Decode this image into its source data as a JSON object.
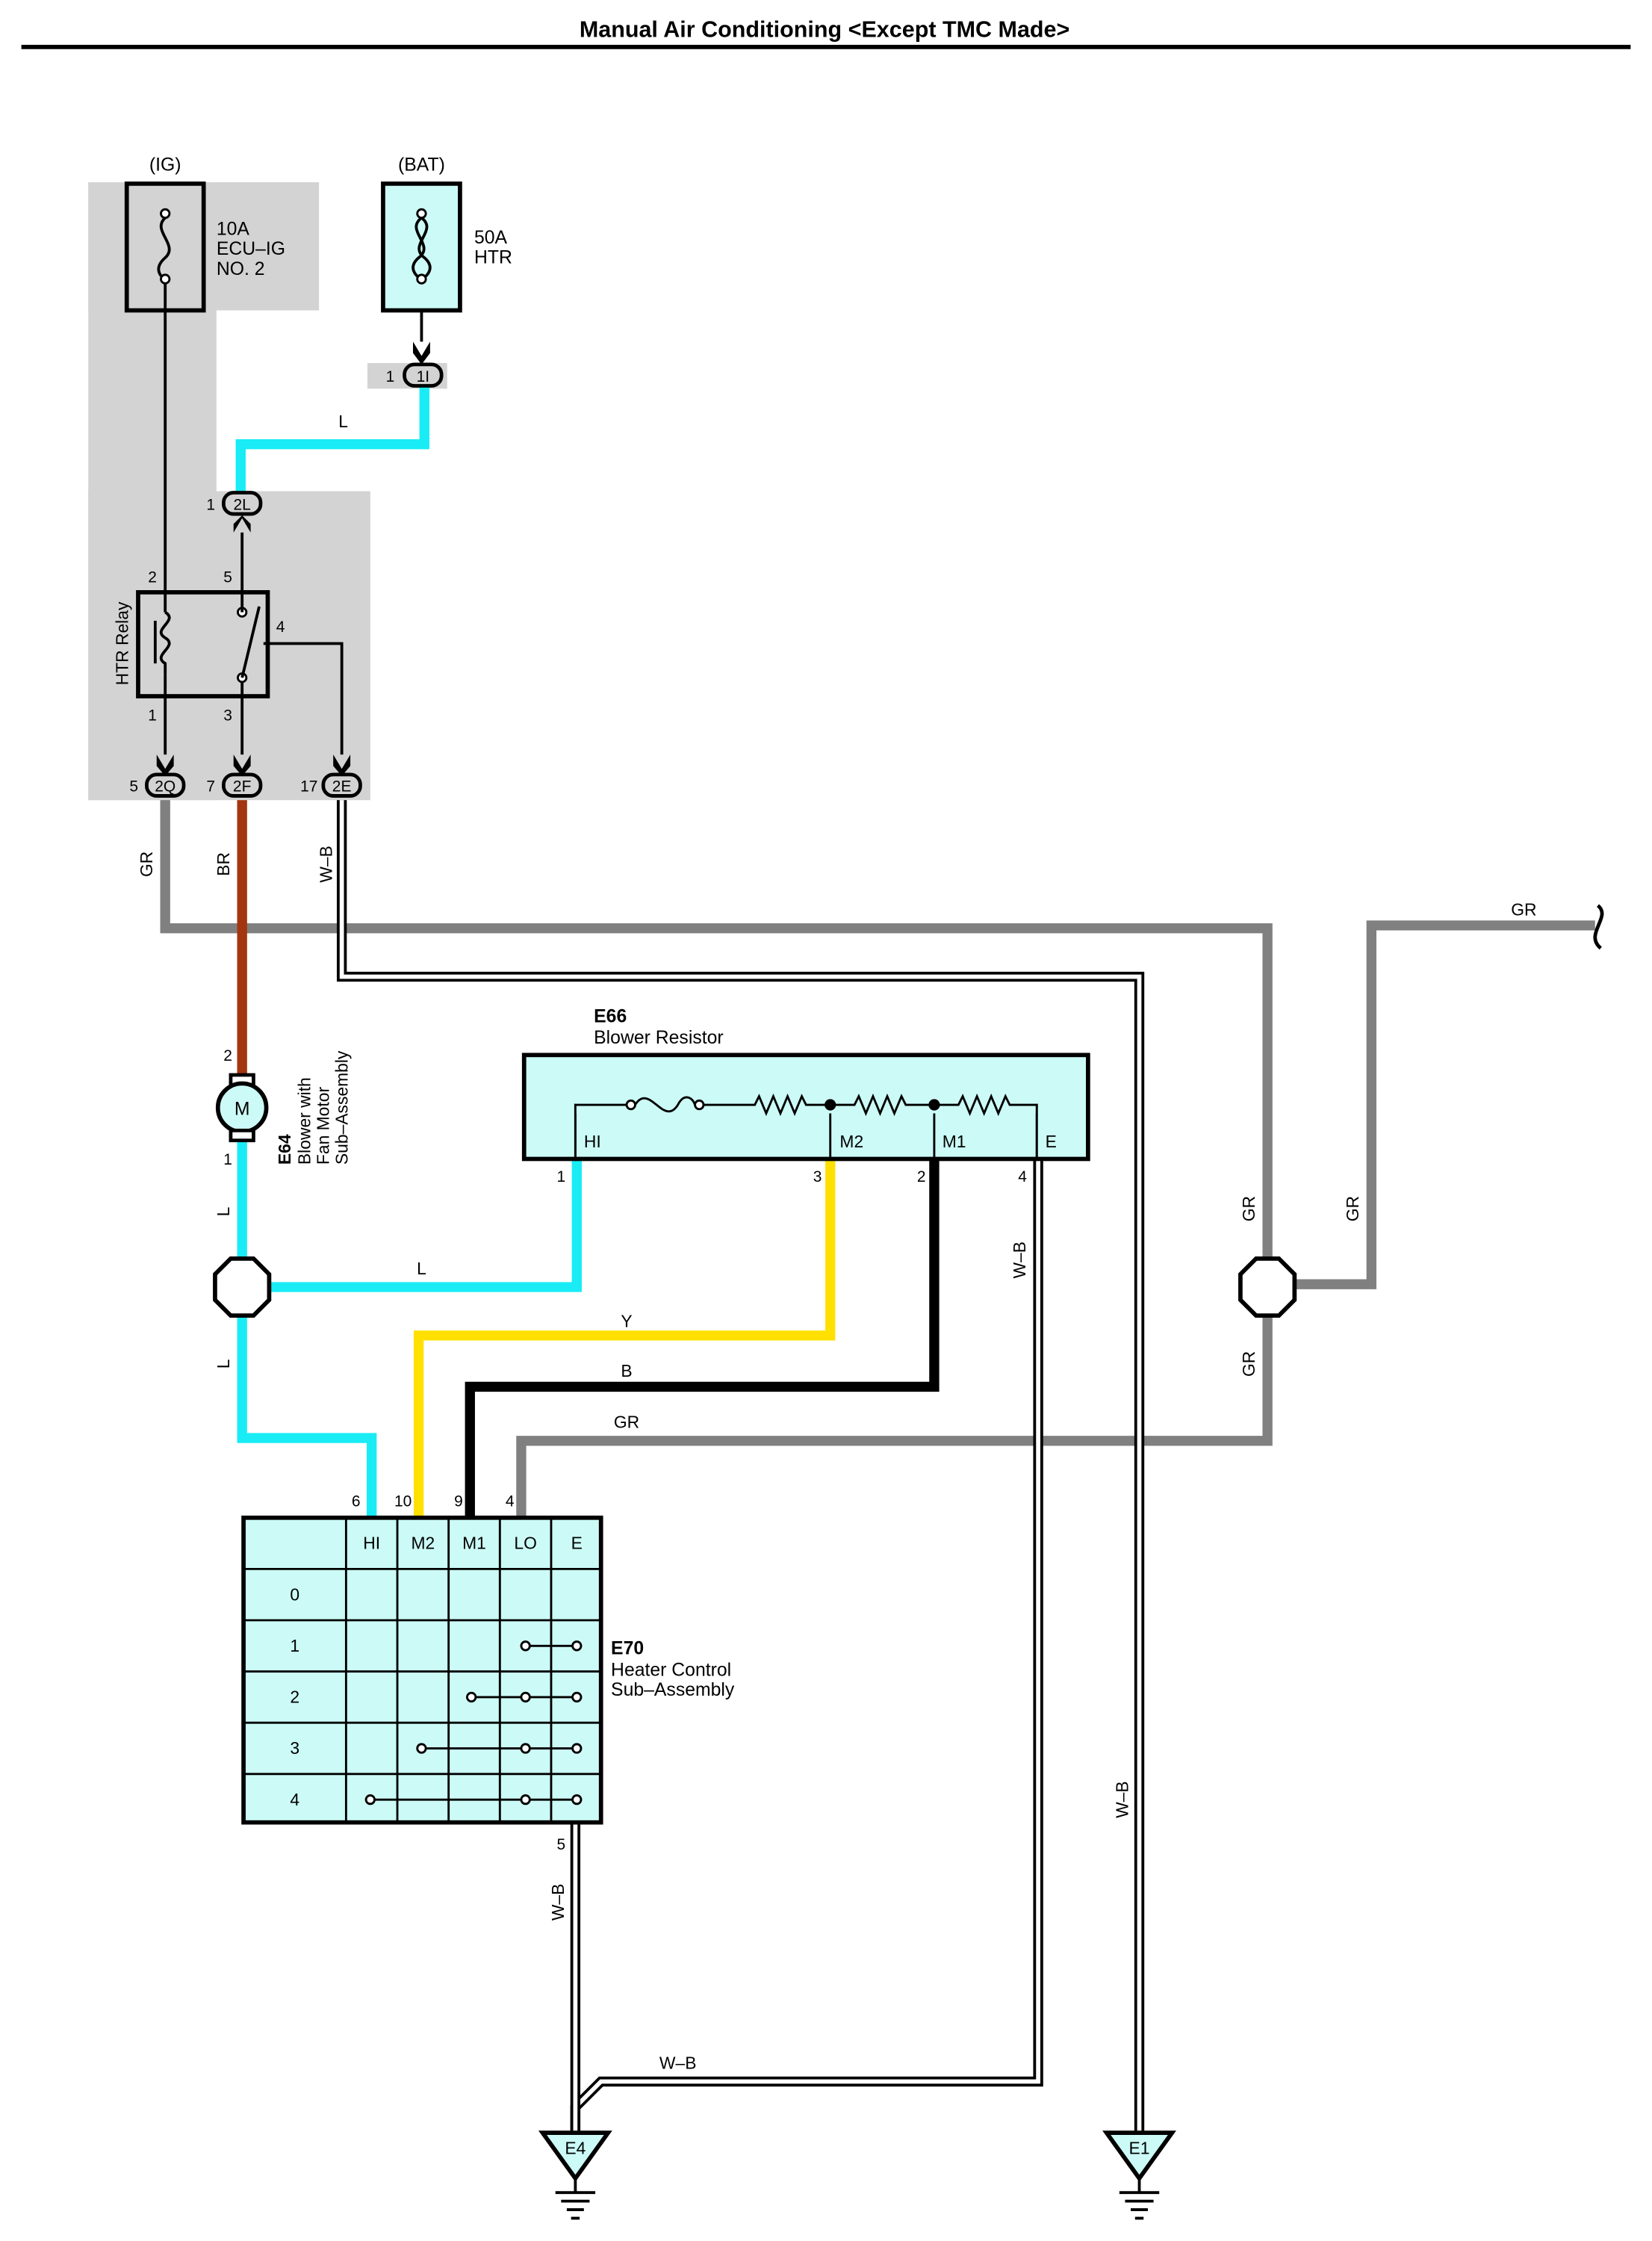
{
  "title": "Manual Air Conditioning <Except TMC Made>",
  "colors": {
    "wire_L": "#19ecf5",
    "wire_GR": "#808080",
    "wire_BR": "#a3360f",
    "wire_Y": "#ffe000",
    "wire_B": "#000000",
    "component_fill": "#ccfbf7",
    "shade": "#d3d3d3"
  },
  "power": {
    "ig": {
      "source": "(IG)",
      "amp": "10A",
      "name1": "ECU–IG",
      "name2": "NO. 2"
    },
    "bat": {
      "source": "(BAT)",
      "amp": "50A",
      "name": "HTR",
      "conn_pin": "1",
      "conn": "1I"
    }
  },
  "relay": {
    "label": "HTR Relay",
    "pin1": "1",
    "pin2": "2",
    "pin3": "3",
    "pin4": "4",
    "pin5": "5",
    "in_conn_pin": "1",
    "in_conn": "2L"
  },
  "junctions": [
    {
      "pin": "5",
      "conn": "2Q"
    },
    {
      "pin": "7",
      "conn": "2F"
    },
    {
      "pin": "17",
      "conn": "2E"
    }
  ],
  "wire_labels": {
    "L": "L",
    "GR": "GR",
    "BR": "BR",
    "WB": "W–B",
    "Y": "Y",
    "B": "B"
  },
  "blower": {
    "code": "E64",
    "line1": "Blower with",
    "line2": "Fan Motor",
    "line3": "Sub–Assembly",
    "motor": "M",
    "pin_top": "2",
    "pin_bottom": "1"
  },
  "resistor": {
    "code": "E66",
    "name": "Blower Resistor",
    "terminals": [
      "HI",
      "M2",
      "M1",
      "E"
    ],
    "pins": [
      "1",
      "3",
      "2",
      "4"
    ]
  },
  "control": {
    "code": "E70",
    "line1": "Heater Control",
    "line2": "Sub–Assembly",
    "columns": [
      "HI",
      "M2",
      "M1",
      "LO",
      "E"
    ],
    "rows": [
      "0",
      "1",
      "2",
      "3",
      "4"
    ],
    "pins_top": [
      "6",
      "10",
      "9",
      "4"
    ],
    "pin_bottom": "5"
  },
  "grounds": [
    "E4",
    "E1"
  ]
}
